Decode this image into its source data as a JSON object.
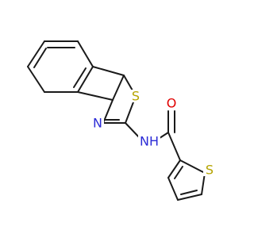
{
  "molecule": {
    "atoms": [
      {
        "id": "S1",
        "label": "S",
        "color": "#b5a400"
      },
      {
        "id": "N1",
        "label": "N",
        "color": "#2b2bd6"
      },
      {
        "id": "NH",
        "label": "NH",
        "color": "#2b2bd6"
      },
      {
        "id": "O1",
        "label": "O",
        "color": "#e00000"
      },
      {
        "id": "S2",
        "label": "S",
        "color": "#b5a400"
      }
    ]
  }
}
